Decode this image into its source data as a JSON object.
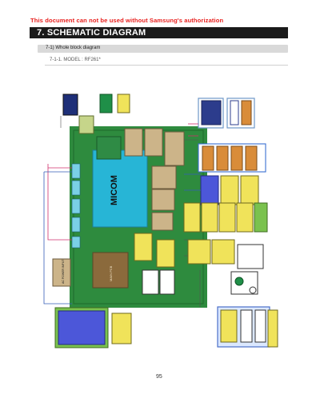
{
  "warning": "This document can not be used without Samsung's authorization",
  "title": "7. SCHEMATIC DIAGRAM",
  "section": "7-1) Whole block diagram",
  "model": "7-1-1. MODEL : RF261*",
  "diagram": {
    "center_label": "MICOM",
    "left_label": "AC POWER INPUT",
    "mid_label": "MAIN PCB"
  },
  "colors": {
    "warning": "#e8211f",
    "title_bg": "#1a1a1a",
    "micom": "#27b5d6",
    "board": "#2e8b3e",
    "main": "#8b6a3c"
  },
  "page_number": "95"
}
